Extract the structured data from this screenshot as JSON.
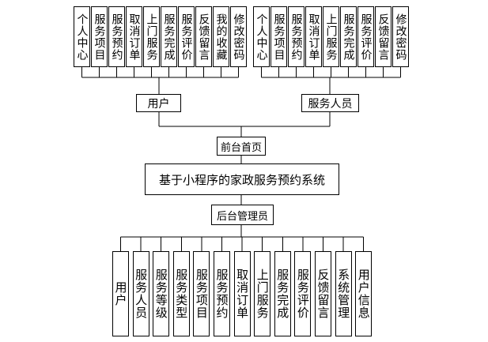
{
  "root": {
    "label": "基于小程序的家政服务预约系统"
  },
  "frontend": {
    "label": "前台首页"
  },
  "backend": {
    "label": "后台管理员"
  },
  "user": {
    "label": "用户",
    "items": [
      "个人中心",
      "服务项目",
      "服务预约",
      "取消订单",
      "上门服务",
      "服务完成",
      "服务评价",
      "反馈留言",
      "我的收藏",
      "修改密码"
    ]
  },
  "staff": {
    "label": "服务人员",
    "items": [
      "个人中心",
      "服务项目",
      "服务预约",
      "取消订单",
      "上门服务",
      "服务完成",
      "服务评价",
      "反馈留言",
      "修改密码"
    ]
  },
  "admin": {
    "items": [
      "用户",
      "服务人员",
      "服务等级",
      "服务类型",
      "服务项目",
      "服务预约",
      "取消订单",
      "上门服务",
      "服务完成",
      "服务评价",
      "反馈留言",
      "系统管理",
      "用户信息"
    ]
  }
}
